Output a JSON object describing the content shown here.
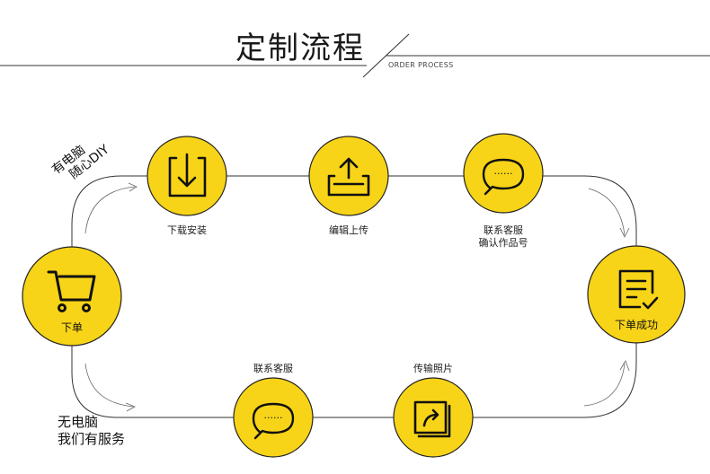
{
  "header": {
    "title": "定制流程",
    "subtitle": "ORDER PROCESS"
  },
  "colors": {
    "accent": "#f7d417",
    "line": "#333333"
  },
  "side_notes": {
    "with_pc_line1": "有电脑",
    "with_pc_line2": "随心DIY",
    "no_pc_line1": "无电脑",
    "no_pc_line2": "我们有服务"
  },
  "steps": {
    "order": {
      "label": "下单",
      "icon": "cart-icon"
    },
    "download": {
      "label": "下载安装",
      "icon": "download-icon"
    },
    "upload": {
      "label": "编辑上传",
      "icon": "upload-icon"
    },
    "contact_top": {
      "label_line1": "联系客服",
      "label_line2": "确认作品号",
      "icon": "chat-icon"
    },
    "success": {
      "label": "下单成功",
      "icon": "checklist-icon"
    },
    "contact_bottom": {
      "label": "联系客服",
      "icon": "chat-icon"
    },
    "photo": {
      "label": "传输照片",
      "icon": "photo-transfer-icon"
    }
  }
}
